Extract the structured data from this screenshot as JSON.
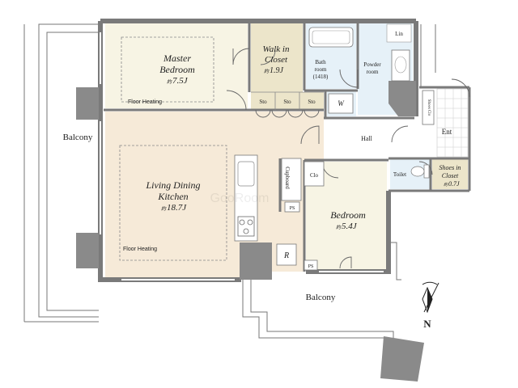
{
  "rooms": {
    "master_bedroom": {
      "line1": "Master",
      "line2": "Bedroom",
      "area_prefix": "約",
      "area": "7.5J"
    },
    "walk_in_closet": {
      "line1": "Walk in",
      "line2": "Closet",
      "area_prefix": "約",
      "area": "1.9J"
    },
    "bathroom": {
      "line1": "Bath",
      "line2": "room",
      "line3": "(1418)"
    },
    "powder_room": {
      "line1": "Powder",
      "line2": "room"
    },
    "lin": "Lin",
    "living": {
      "line1": "Living Dining",
      "line2": "Kitchen",
      "area_prefix": "約",
      "area": "18.7J"
    },
    "bedroom": {
      "line1": "Bedroom",
      "area_prefix": "約",
      "area": "5.4J"
    },
    "hall": "Hall",
    "toilet": "Toilet",
    "entrance": "Ent",
    "shoes_closet": {
      "line1": "Shoes in",
      "line2": "Closet",
      "area_prefix": "約",
      "area": "0.7J"
    },
    "shoes_clo": "Shoes Clo",
    "storage": [
      "Sto",
      "Sto",
      "Sto"
    ],
    "washer": "W",
    "closet": "Clo",
    "cupboard": "Cupboard",
    "pipe_space_1": "PS",
    "pipe_space_2": "PS",
    "fridge": "R"
  },
  "floor_heating": {
    "master": "Floor Heating",
    "living": "Floor Heating"
  },
  "balconies": {
    "west": "Balcony",
    "south": "Balcony"
  },
  "compass": {
    "label": "N"
  },
  "watermark": "GooRoom",
  "colors": {
    "wall": "#7a7a7a",
    "master_floor": "#f7f4e4",
    "living_floor": "#f6ead8",
    "bedroom_floor": "#f7f4e4",
    "closet_floor": "#ece5ca",
    "wet_floor": "#e6f1f8",
    "line": "#666666"
  }
}
